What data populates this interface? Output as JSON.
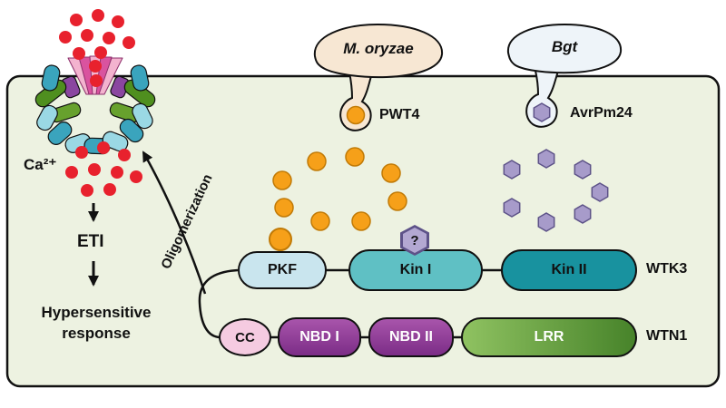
{
  "diagram": {
    "left_panel": {
      "calcium": "Ca²⁺",
      "eti": "ETI",
      "hypersensitive": "Hypersensitive response",
      "oligomerization": "Oligomerization"
    },
    "pathogens": {
      "m_oryzae": "M. oryzae",
      "bgt": "Bgt",
      "pwt4": "PWT4",
      "avrpm24": "AvrPm24"
    },
    "wtk3": {
      "label": "WTK3",
      "domains": [
        "PKF",
        "Kin I",
        "Kin II"
      ],
      "unknown_mark": "?"
    },
    "wtn1": {
      "label": "WTN1",
      "domains": [
        "CC",
        "NBD I",
        "NBD II",
        "LRR"
      ]
    },
    "colors": {
      "background_panel": "#edf2e1",
      "calcium_dot": "#e8212d",
      "pwt4_effector": "#f6a019",
      "pwt4_effector_border": "#c17a06",
      "avrpm24_effector": "#a79bca",
      "avrpm24_effector_border": "#5d5288",
      "pkf": "#c9e5ee",
      "kin1": "#5fc0c4",
      "kin2": "#18929f",
      "cc": "#f5cbe1",
      "nbd": "#8a3a94",
      "lrr": "#5f9a38",
      "m_oryzae_blob": "#f7e7d3",
      "bgt_blob": "#eef4f9"
    }
  }
}
